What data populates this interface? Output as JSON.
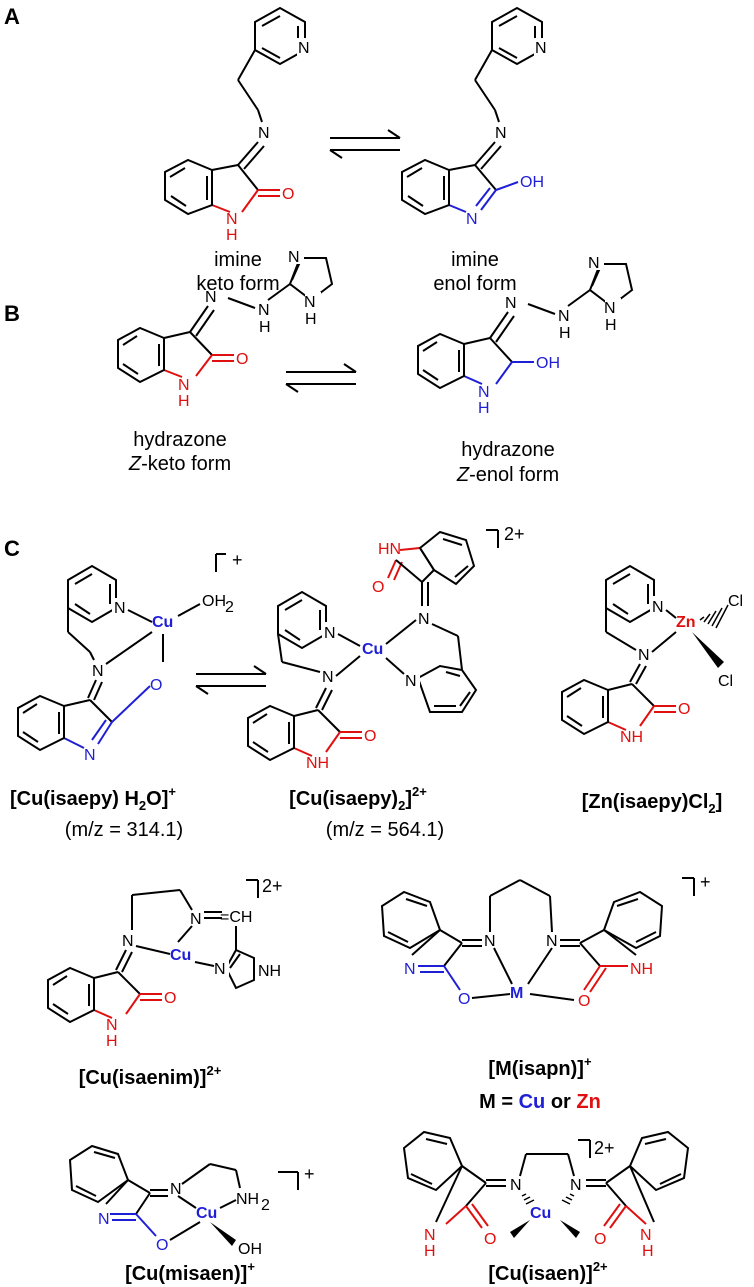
{
  "panels": {
    "a": "A",
    "b": "B",
    "c": "C"
  },
  "colors": {
    "blue": "#1f1fd6",
    "red": "#e01010",
    "black": "#000000"
  },
  "atoms": {
    "N": "N",
    "NH": "NH",
    "OH": "OH",
    "O": "O",
    "H": "H",
    "H2N_nh": "NH",
    "Cl": "Cl",
    "Cu": "Cu",
    "Zn": "Zn",
    "M": "M",
    "OH2": "OH",
    "NH2": "NH",
    "HN": "HN",
    "CH": "=CH"
  },
  "sectionA": {
    "left_l1": "imine",
    "left_l2": "keto form",
    "right_l1": "imine",
    "right_l2": "enol form"
  },
  "sectionB": {
    "left_l1": "hydrazone",
    "left_l2_it": "Z",
    "left_l2": "-keto form",
    "right_l1": "hydrazone",
    "right_l2_it": "Z",
    "right_l2": "-enol form"
  },
  "sectionC": {
    "cu_h2o": {
      "label": "[Cu(isaepy) H",
      "sub": "2",
      "rest": "O]",
      "sup": "+",
      "mz": "(m/z = 314.1)",
      "charge": "+"
    },
    "cu2": {
      "label": "[Cu(isaepy)",
      "sub": "2",
      "rest": "]",
      "sup": "2+",
      "mz": "(m/z = 564.1)",
      "charge": "2+"
    },
    "zn": {
      "label": "[Zn(isaepy)Cl",
      "sub": "2",
      "rest": "]"
    },
    "isaenim": {
      "label": "[Cu(isaenim)]",
      "sup": "2+",
      "charge": "2+"
    },
    "isapn": {
      "label": "[M(isapn)]",
      "sup": "+",
      "charge": "+",
      "m_line": "M =",
      "cu": "Cu",
      "or": "or",
      "zn": "Zn"
    },
    "misaen": {
      "label": "[Cu(misaen)]",
      "sup": "+",
      "charge": "+"
    },
    "isaen": {
      "label": "[Cu(isaen)]",
      "sup": "2+",
      "charge": "2+"
    }
  }
}
